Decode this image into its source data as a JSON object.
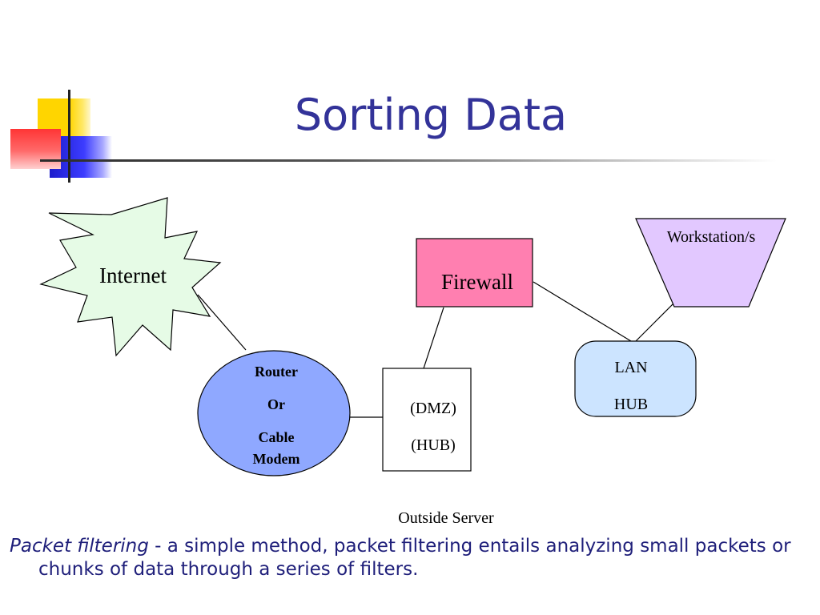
{
  "slide": {
    "title": "Sorting Data"
  },
  "diagram": {
    "nodes": {
      "internet": "Internet",
      "firewall": "Firewall",
      "workstation": "Workstation/s",
      "router": [
        "Router",
        "Or",
        "Cable",
        "Modem"
      ],
      "dmz_hub": [
        "(DMZ)",
        "(HUB)"
      ],
      "lan_hub": [
        "LAN",
        "HUB"
      ]
    },
    "label_outside_server": "Outside Server"
  },
  "caption": {
    "term": "Packet filtering",
    "text": " - a simple method, packet filtering entails analyzing small packets or chunks of data through a series of filters."
  },
  "colors": {
    "title": "#333399",
    "internet_fill": "#e6fbe6",
    "firewall_fill": "#ff7fb0",
    "workstation_fill": "#e2c8ff",
    "router_fill": "#8fa8ff",
    "lan_hub_fill": "#cce4ff",
    "deco_yellow": "#ffd500",
    "deco_red": "#ff3b3b",
    "deco_blue": "#2b2bdd"
  }
}
